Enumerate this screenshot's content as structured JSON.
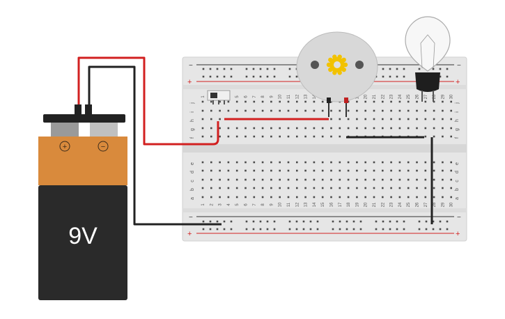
{
  "battery": {
    "voltage_label": "9V",
    "plus_symbol": "+",
    "minus_symbol": "−",
    "colors": {
      "top": "#d98a3c",
      "body": "#2a2a2a",
      "label": "#ffffff"
    }
  },
  "breadboard": {
    "row_letters_top": [
      "j",
      "i",
      "h",
      "g",
      "f"
    ],
    "row_letters_bottom": [
      "e",
      "d",
      "c",
      "b",
      "a"
    ],
    "column_count": 30,
    "rail_plus_symbol": "+",
    "rail_minus_symbol": "−",
    "colors": {
      "board": "#e8e8e8",
      "rail_red": "#d22020",
      "rail_black": "#333333",
      "hole": "#4a4a4a"
    }
  },
  "components": {
    "motor": {
      "icon": "dc-motor-icon",
      "gear_color": "#f2c200"
    },
    "bulb": {
      "icon": "light-bulb-icon"
    },
    "switch": {
      "icon": "slide-switch-icon"
    }
  },
  "wires": {
    "colors": {
      "red": "#d22020",
      "black": "#222222"
    }
  }
}
